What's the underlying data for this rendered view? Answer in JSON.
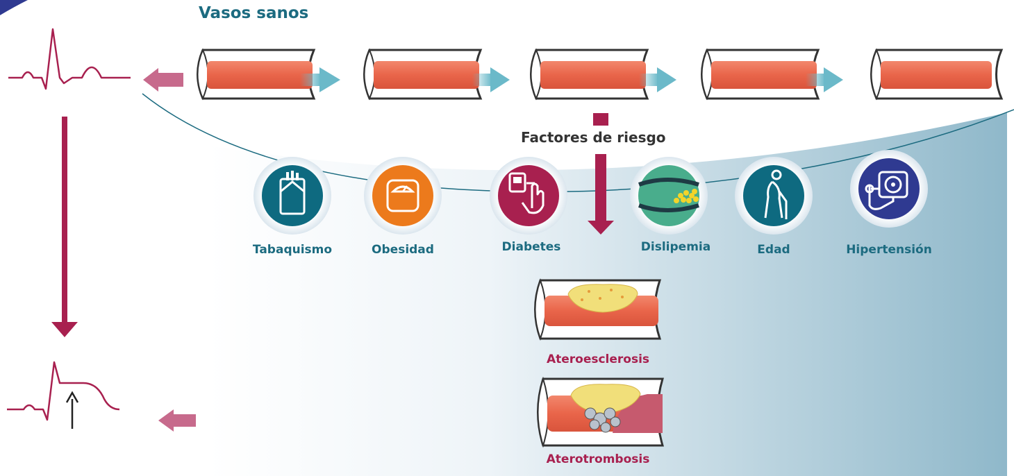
{
  "title": "Vasos sanos",
  "risk_title": "Factores de riesgo",
  "factors": [
    {
      "label": "Tabaquismo",
      "icon": "cigarette-pack-icon",
      "color": "#0e6a80"
    },
    {
      "label": "Obesidad",
      "icon": "scale-icon",
      "color": "#ec7a1c"
    },
    {
      "label": "Diabetes",
      "icon": "glucometer-icon",
      "color": "#a8204f"
    },
    {
      "label": "Dislipemia",
      "icon": "lipid-vessel-icon",
      "color": "#49ad8c"
    },
    {
      "label": "Edad",
      "icon": "elderly-person-icon",
      "color": "#0e6a80"
    },
    {
      "label": "Hipertensión",
      "icon": "blood-pressure-icon",
      "color": "#2f3a91"
    }
  ],
  "results": [
    {
      "label": "Ateroesclerosis"
    },
    {
      "label": "Aterotrombosis"
    }
  ],
  "colors": {
    "teal_text": "#1c6b80",
    "dark_text": "#333333",
    "crimson": "#a8204f",
    "pink_arrow": "#c76a8c",
    "vessel_lumen": "#e9654a",
    "flow_arrow": "#6bb9c9",
    "gradient_end": "#8fb8ca"
  }
}
